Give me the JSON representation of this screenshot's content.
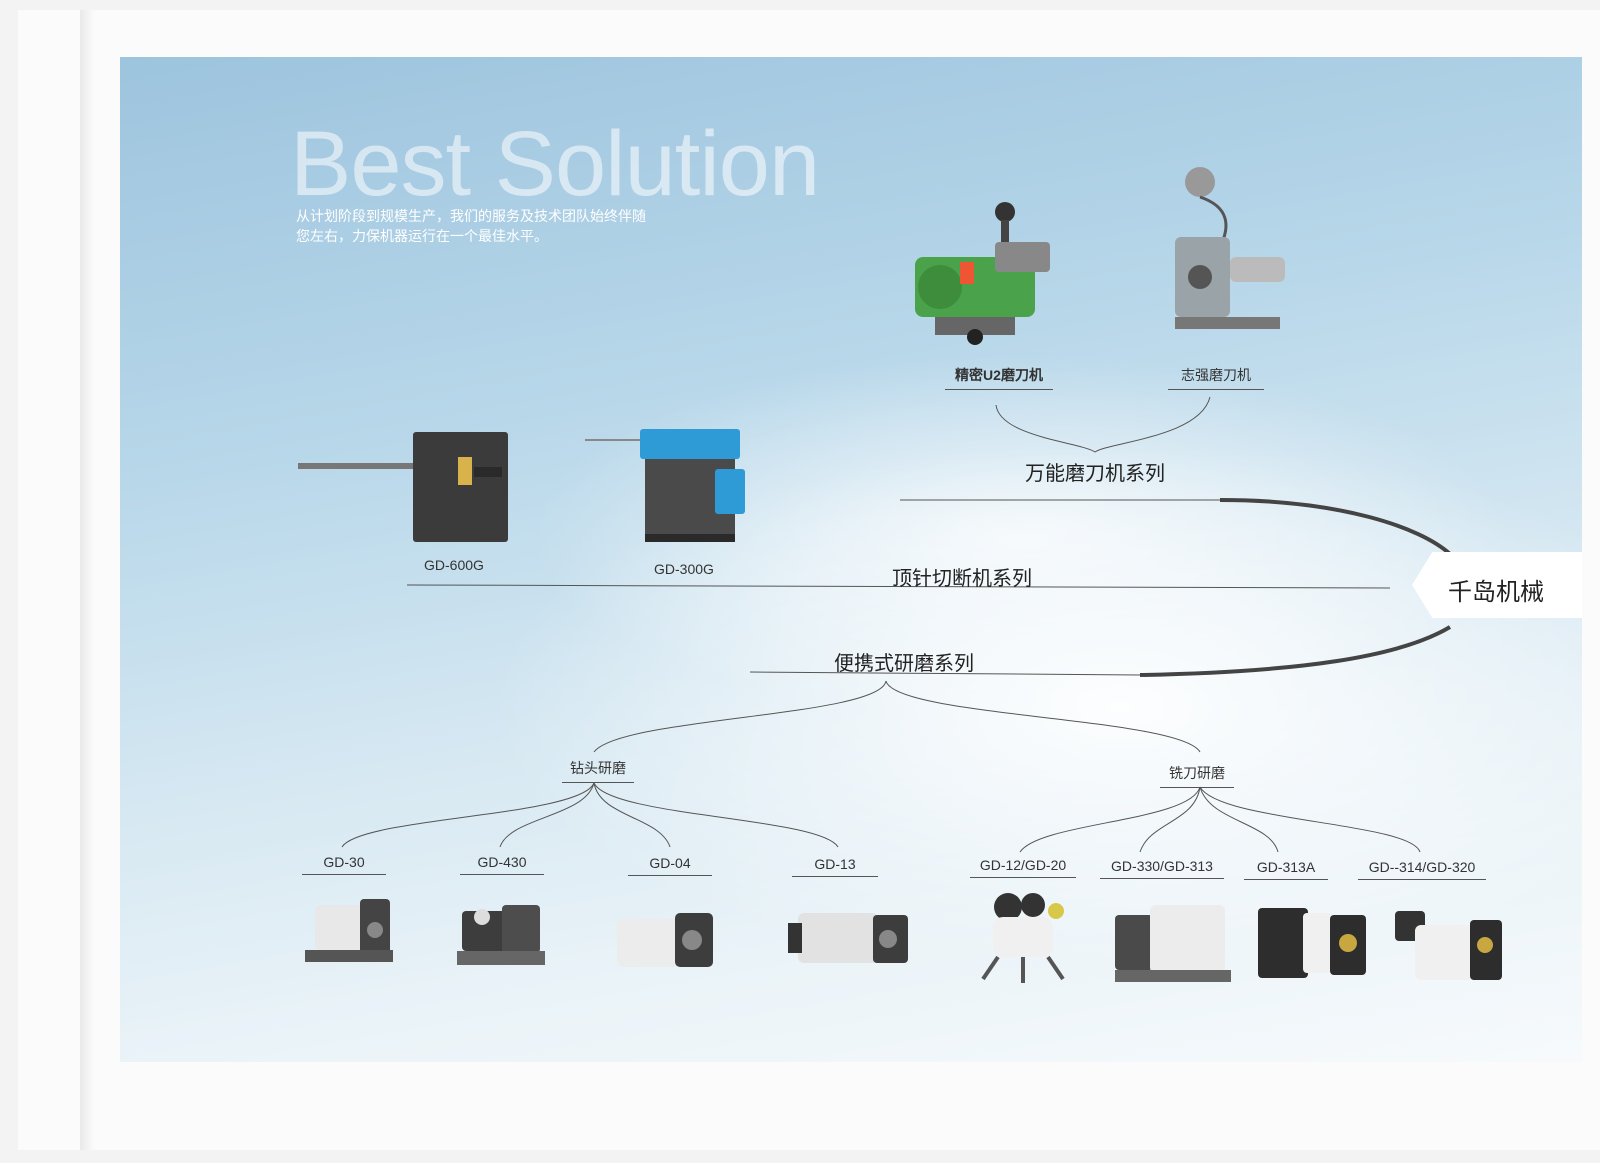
{
  "hero_text": "Best Solution",
  "intro_line1": "从计划阶段到规模生产，我们的服务及技术团队始终伴随",
  "intro_line2": "您左右，力保机器运行在一个最佳水平。",
  "brand": "千岛机械",
  "series_universal": {
    "title": "万能磨刀机系列",
    "items": [
      "精密U2磨刀机",
      "志强磨刀机"
    ]
  },
  "series_cutoff": {
    "title": "顶针切断机系列",
    "items": [
      "GD-600G",
      "GD-300G"
    ]
  },
  "series_portable": {
    "title": "便携式研磨系列",
    "drill": {
      "title": "钻头研磨",
      "items": [
        "GD-30",
        "GD-430",
        "GD-04",
        "GD-13"
      ]
    },
    "mill": {
      "title": "铣刀研磨",
      "items": [
        "GD-12/GD-20",
        "GD-330/GD-313",
        "GD-313A",
        "GD--314/GD-320"
      ]
    }
  },
  "colors": {
    "panel_top": "#9dc4de",
    "panel_bottom": "#f6fafc",
    "line": "#555555",
    "machine_green": "#4aa34a",
    "machine_blue": "#2f9bd6"
  }
}
